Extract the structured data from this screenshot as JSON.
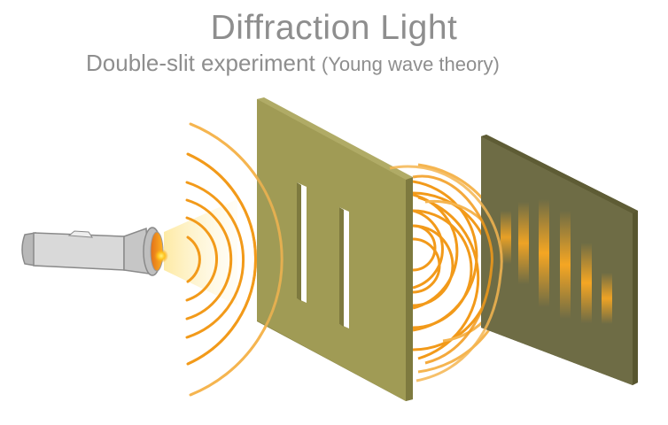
{
  "title": "Diffraction Light",
  "subtitle": {
    "main": "Double-slit experiment",
    "parenthetical": "(Young wave theory)"
  },
  "diagram": {
    "components": [
      {
        "id": "flashlight",
        "label": "Light source (flashlight)"
      },
      {
        "id": "incident-waves",
        "label": "Incident wavefronts"
      },
      {
        "id": "double-slit-barrier",
        "label": "Barrier with two slits"
      },
      {
        "id": "diffracted-waves",
        "label": "Interfering diffracted wavefronts"
      },
      {
        "id": "detection-screen",
        "label": "Screen with interference fringes"
      }
    ],
    "fringe_count": 6,
    "slit_count": 2
  },
  "colors": {
    "text": "#8e8e8e",
    "wave": "#f29a1a",
    "wave_light": "#f5b550",
    "barrier": "#a09b55",
    "barrier_edge": "#7e7a3f",
    "screen": "#6e6c45",
    "screen_edge": "#58562f",
    "fringe": "#f5a623",
    "flashlight_body": "#d8d8d8",
    "flashlight_outline": "#8a8a8a"
  }
}
